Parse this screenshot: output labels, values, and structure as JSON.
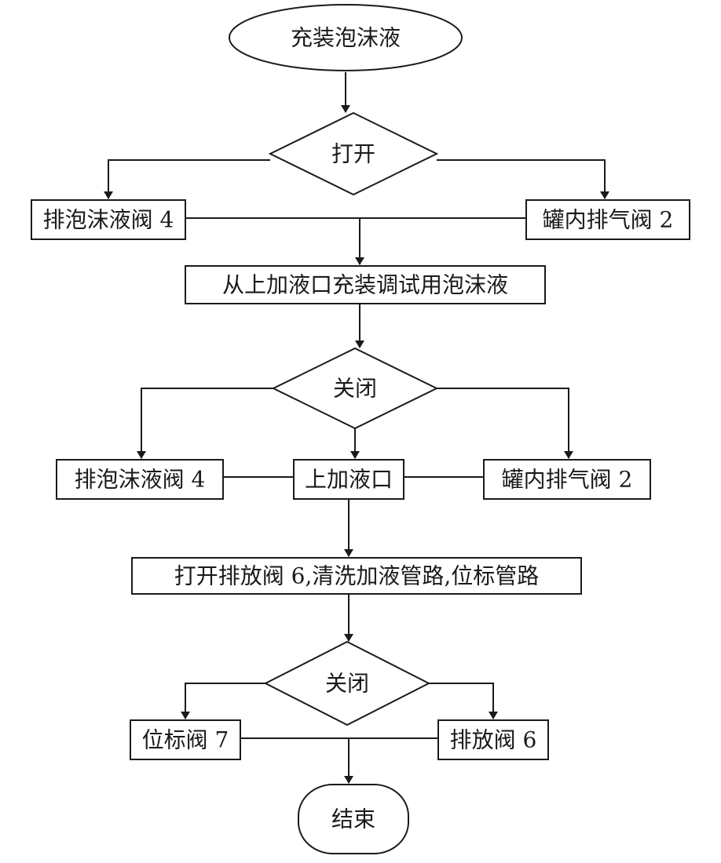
{
  "flowchart": {
    "start": "充装泡沫液",
    "decision_open": "打开",
    "open_left_valve": "排泡沫液阀 4",
    "open_right_valve": "罐内排气阀 2",
    "fill_step": "从上加液口充装调试用泡沫液",
    "decision_close_1": "关闭",
    "close_left_valve": "排泡沫液阀 4",
    "close_mid_port": "上加液口",
    "close_right_valve": "罐内排气阀 2",
    "flush_step": "打开排放阀 6,清洗加液管路,位标管路",
    "decision_close_2": "关闭",
    "final_left_valve": "位标阀 7",
    "final_right_valve": "排放阀 6",
    "end": "结束"
  }
}
